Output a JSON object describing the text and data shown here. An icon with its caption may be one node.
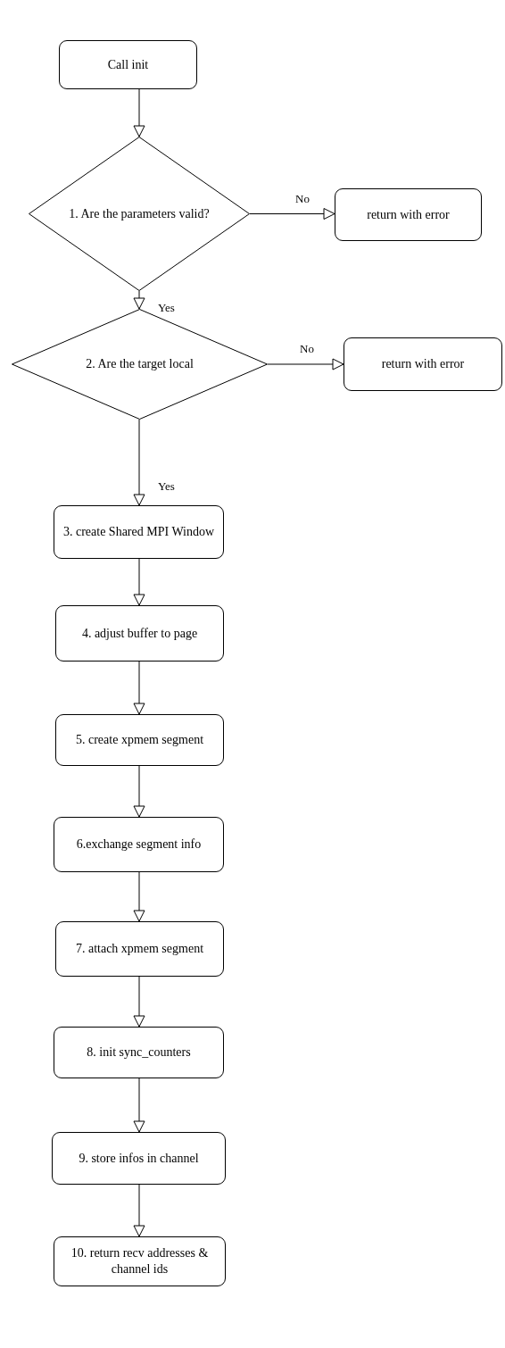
{
  "diagram": {
    "nodes": [
      {
        "text": [
          "Call init"
        ]
      },
      {
        "text": [
          "1. Are the parameters valid?"
        ]
      },
      {
        "text": [
          "return with error"
        ]
      },
      {
        "text": [
          "2. Are the target local"
        ]
      },
      {
        "text": [
          "return with error"
        ]
      },
      {
        "text": [
          "3. create Shared MPI Window"
        ]
      },
      {
        "text": [
          "4. adjust buffer to page"
        ]
      },
      {
        "text": [
          "5. create xpmem segment"
        ]
      },
      {
        "text": [
          "6.exchange segment info"
        ]
      },
      {
        "text": [
          "7. attach xpmem segment"
        ]
      },
      {
        "text": [
          "8. init sync_counters"
        ]
      },
      {
        "text": [
          "9. store infos in channel"
        ]
      },
      {
        "text": [
          "10. return recv addresses & channel ids"
        ]
      }
    ],
    "edges": [
      {
        "from": 0,
        "to": 1,
        "arrow": "to"
      },
      {
        "from": 1,
        "to": 2,
        "arrow": "to",
        "label": "No"
      },
      {
        "from": 1,
        "to": 3,
        "arrow": "to",
        "label": "Yes"
      },
      {
        "from": 3,
        "to": 4,
        "arrow": "to",
        "label": "No"
      },
      {
        "from": 3,
        "to": 5,
        "arrow": "to",
        "label": "Yes"
      },
      {
        "from": 5,
        "to": 6,
        "arrow": "to"
      },
      {
        "from": 6,
        "to": 7,
        "arrow": "to"
      },
      {
        "from": 7,
        "to": 8,
        "arrow": "to"
      },
      {
        "from": 8,
        "to": 9,
        "arrow": "to"
      },
      {
        "from": 9,
        "to": 10,
        "arrow": "to"
      },
      {
        "from": 10,
        "to": 11,
        "arrow": "to"
      },
      {
        "from": 11,
        "to": 12,
        "arrow": "to"
      }
    ]
  }
}
